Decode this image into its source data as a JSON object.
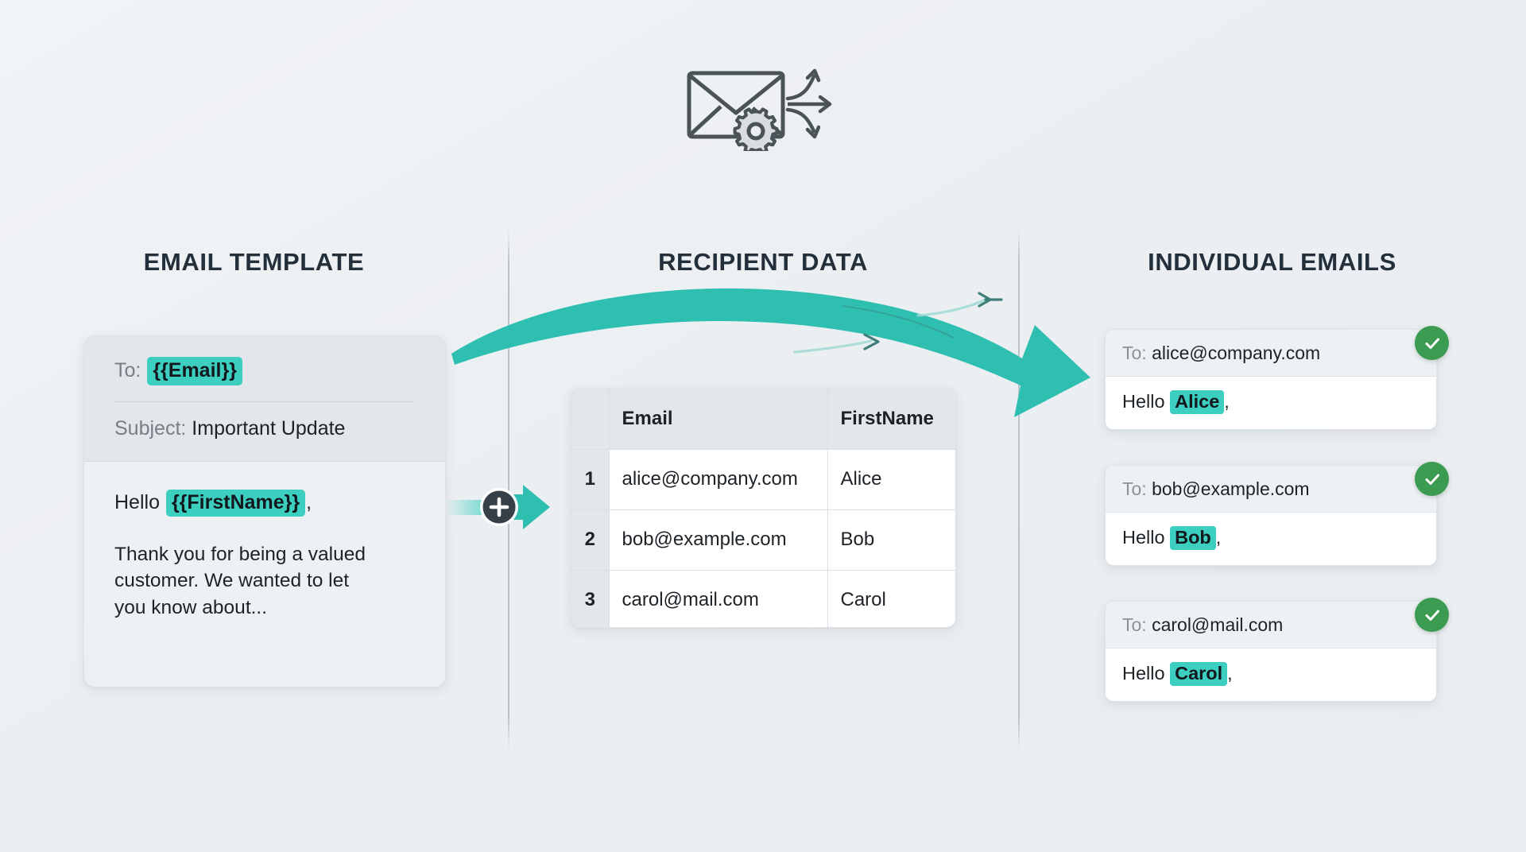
{
  "header": {
    "icon": "envelope-gear-arrows-icon"
  },
  "columns": {
    "template_title": "EMAIL TEMPLATE",
    "data_title": "RECIPIENT DATA",
    "output_title": "INDIVIDUAL EMAILS"
  },
  "template_card": {
    "to_label": "To:",
    "to_token": "{{Email}}",
    "subject_label": "Subject:",
    "subject_value": "Important Update",
    "greeting_prefix": "Hello",
    "greeting_token": "{{FirstName}}",
    "greeting_suffix": ",",
    "body_text": "Thank you for being a valued customer. We wanted to let you know about..."
  },
  "merge": {
    "plus_symbol": "+",
    "icon": "merge-plus-arrow-icon"
  },
  "flow": {
    "icon": "curved-flow-arrow-icon"
  },
  "recipient_table": {
    "columns": [
      "",
      "Email",
      "FirstName"
    ],
    "rows": [
      {
        "index": "1",
        "email": "alice@company.com",
        "first_name": "Alice"
      },
      {
        "index": "2",
        "email": "bob@example.com",
        "first_name": "Bob"
      },
      {
        "index": "3",
        "email": "carol@mail.com",
        "first_name": "Carol"
      }
    ]
  },
  "emails": [
    {
      "to_label": "To:",
      "to_value": "alice@company.com",
      "greeting_prefix": "Hello",
      "name": "Alice",
      "greeting_suffix": ",",
      "status_icon": "check-circle-icon"
    },
    {
      "to_label": "To:",
      "to_value": "bob@example.com",
      "greeting_prefix": "Hello",
      "name": "Bob",
      "greeting_suffix": ",",
      "status_icon": "check-circle-icon"
    },
    {
      "to_label": "To:",
      "to_value": "carol@mail.com",
      "greeting_prefix": "Hello",
      "name": "Carol",
      "greeting_suffix": ",",
      "status_icon": "check-circle-icon"
    }
  ],
  "colors": {
    "background": "#eceff2",
    "teal_accent": "#2fbfb1",
    "highlight": "#3ccfc0",
    "success_green": "#3a9b51",
    "dark_slate": "#4a5358",
    "text_primary": "#1d2227",
    "text_muted": "#767e86",
    "divider": "#bac2c9"
  }
}
